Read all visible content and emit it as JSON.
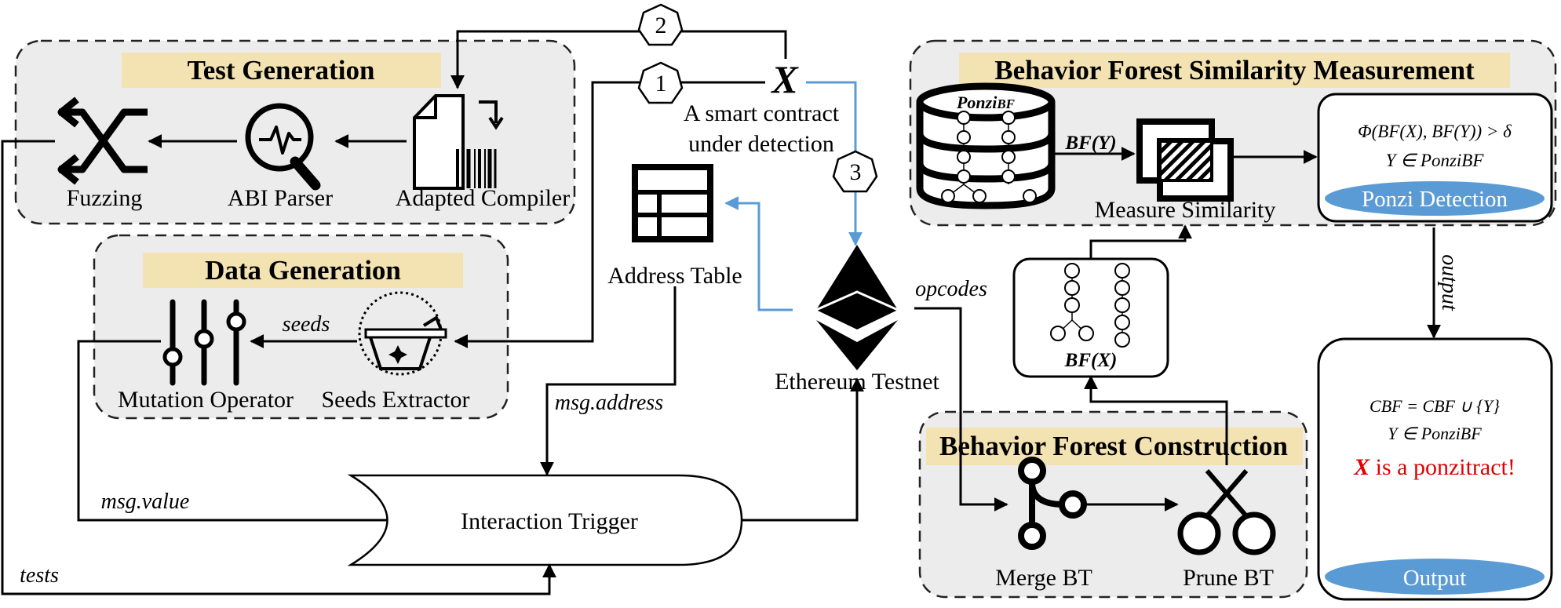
{
  "test_generation": {
    "title": "Test Generation",
    "fuzzing": "Fuzzing",
    "abi_parser": "ABI Parser",
    "adapted_compiler": "Adapted Compiler"
  },
  "data_generation": {
    "title": "Data Generation",
    "mutation_operator": "Mutation Operator",
    "seeds_extractor": "Seeds Extractor",
    "seeds_label": "seeds"
  },
  "contract": {
    "symbol": "X",
    "caption_line1": "A smart contract",
    "caption_line2": "under detection"
  },
  "steps": [
    "1",
    "2",
    "3"
  ],
  "address_table": "Address Table",
  "ethereum": "Ethereum Testnet",
  "opcodes": "opcodes",
  "msg_address": "msg.address",
  "msg_value": "msg.value",
  "tests": "tests",
  "interaction_trigger": "Interaction Trigger",
  "similarity": {
    "title": "Behavior Forest Similarity Measurement",
    "db_label_a": "Ponzi",
    "db_label_b": "BF",
    "bf_y": "BF(Y)",
    "measure": "Measure Similarity",
    "formula_1": "Φ(BF(X), BF(Y)) > δ",
    "formula_2": "Y ∈ PonziBF",
    "ponzi_detection": "Ponzi Detection"
  },
  "bf_x": "BF(X)",
  "output_label": "output",
  "construction": {
    "title": "Behavior Forest Construction",
    "merge": "Merge BT",
    "prune": "Prune BT"
  },
  "result": {
    "line1": "CBF = CBF ∪ {Y}",
    "line2": "Y ∈ PonziBF",
    "verdict_symbol": "X",
    "verdict_text": " is a ponzitract!",
    "output_button": "Output"
  },
  "colors": {
    "title_bar": "#f3e3b3",
    "panel": "#ececec",
    "accent_blue": "#5b9bd5",
    "verdict_red": "#e00000"
  }
}
